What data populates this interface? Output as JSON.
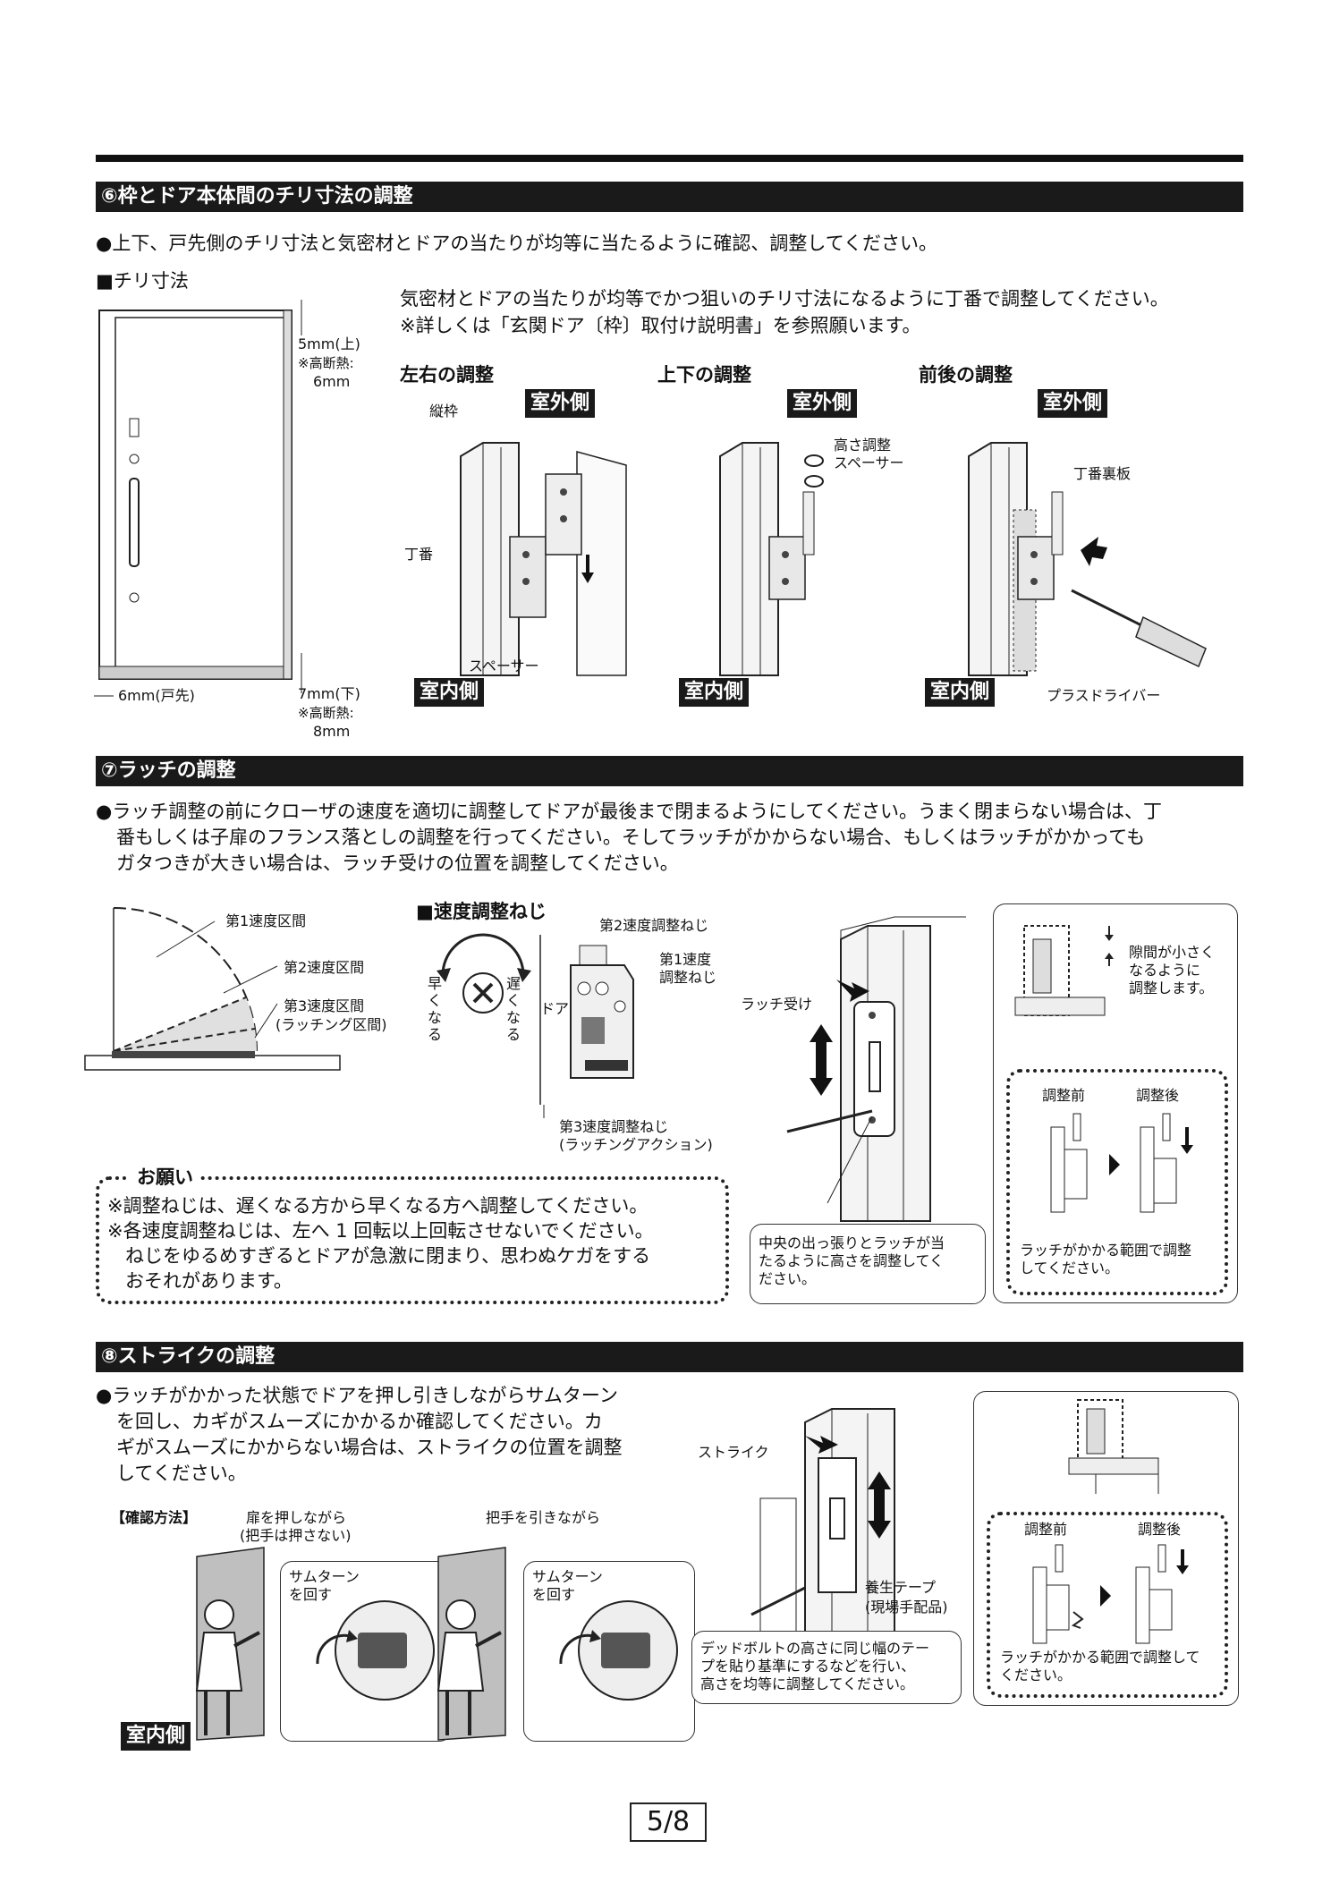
{
  "sec6": {
    "title": "⑥枠とドア本体間のチリ寸法の調整",
    "bullet": "●上下、戸先側のチリ寸法と気密材とドアの当たりが均等に当たるように確認、調整してください。",
    "chiri_label": "■チリ寸法",
    "dim_top": "5mm(上)",
    "dim_top_note1": "※高断熱:",
    "dim_top_note2": "6mm",
    "dim_side": "6mm(戸先)",
    "dim_bottom": "7mm(下)",
    "dim_bottom_note1": "※高断熱:",
    "dim_bottom_note2": "8mm",
    "desc1": "気密材とドアの当たりが均等でかつ狙いのチリ寸法になるように丁番で調整してください。",
    "desc2": "※詳しくは「玄関ドア〔枠〕取付け説明書」を参照願います。",
    "adj_lr": "左右の調整",
    "adj_ud": "上下の調整",
    "adj_fb": "前後の調整",
    "outside": "室外側",
    "inside": "室内側",
    "tatewaku": "縦枠",
    "choban": "丁番",
    "spacer": "スペーサー",
    "height_spacer1": "高さ調整",
    "height_spacer2": "スペーサー",
    "choban_ura": "丁番裏板",
    "driver": "プラスドライバー"
  },
  "sec7": {
    "title": "⑦ラッチの調整",
    "bullet1": "●ラッチ調整の前にクローザの速度を適切に調整してドアが最後まで閉まるようにしてください。うまく閉まらない場合は、丁",
    "bullet2": "番もしくは子扉のフランス落としの調整を行ってください。そしてラッチがかからない場合、もしくはラッチがかかっても",
    "bullet3": "ガタつきが大きい場合は、ラッチ受けの位置を調整してください。",
    "speed1": "第1速度区間",
    "speed2": "第2速度区間",
    "speed3": "第3速度区間",
    "speed3b": "(ラッチング区間)",
    "screw_title": "■速度調整ねじ",
    "slow": "遅くなる",
    "fast": "早くなる",
    "door": "ドア",
    "screw2": "第2速度調整ねじ",
    "screw1a": "第1速度",
    "screw1b": "調整ねじ",
    "screw3": "第3速度調整ねじ",
    "screw3b": "(ラッチングアクション)",
    "latch_receiver": "ラッチ受け",
    "gap1": "隙間が小さく",
    "gap2": "なるように",
    "gap3": "調整します。",
    "before": "調整前",
    "after": "調整後",
    "center_note1": "中央の出っ張りとラッチが当",
    "center_note2": "たるように高さを調整してく",
    "center_note3": "ださい。",
    "range_note1": "ラッチがかかる範囲で調整",
    "range_note2": "してください。",
    "notice_title": "お願い",
    "notice1": "※調整ねじは、遅くなる方から早くなる方へ調整してください。",
    "notice2": "※各速度調整ねじは、左へ 1 回転以上回転させないでください。",
    "notice3": "ねじをゆるめすぎるとドアが急激に閉まり、思わぬケガをする",
    "notice4": "おそれがあります。"
  },
  "sec8": {
    "title": "⑧ストライクの調整",
    "bullet1": "●ラッチがかかった状態でドアを押し引きしながらサムターン",
    "bullet2": "を回し、カギがスムーズにかかるか確認してください。カ",
    "bullet3": "ギがスムーズにかからない場合は、ストライクの位置を調整",
    "bullet4": "してください。",
    "method": "【確認方法】",
    "push1": "扉を押しながら",
    "push2": "(把手は押さない)",
    "pull": "把手を引きながら",
    "thumb1": "サムターン",
    "thumb2": "を回す",
    "inside": "室内側",
    "strike": "ストライク",
    "tape1": "養生テープ",
    "tape2": "(現場手配品)",
    "deadbolt1": "デッドボルトの高さに同じ幅のテー",
    "deadbolt2": "プを貼り基準にするなどを行い、",
    "deadbolt3": "高さを均等に調整してください。",
    "before": "調整前",
    "after": "調整後",
    "range1": "ラッチがかかる範囲で調整して",
    "range2": "ください。"
  },
  "page": "5/8"
}
